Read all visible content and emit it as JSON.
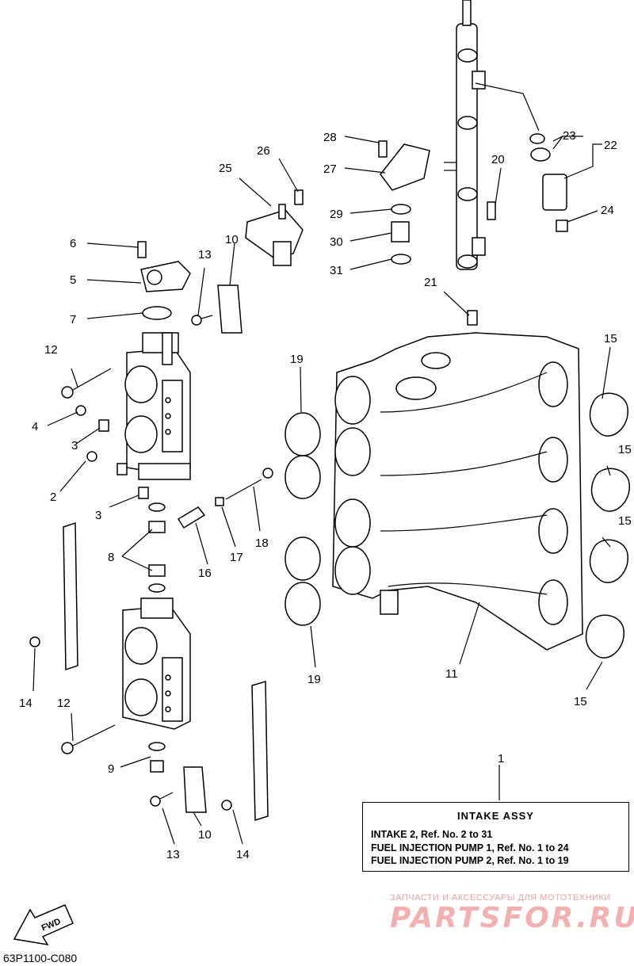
{
  "diagram_code": "63P1100-C080",
  "fwd_label": "FWD",
  "info_box": {
    "title": "INTAKE ASSY",
    "lines": [
      "INTAKE 2,   Ref. No. 2 to 31",
      "FUEL INJECTION PUMP 1, Ref. No. 1 to 24",
      "FUEL INJECTION PUMP 2, Ref. No. 1 to 19"
    ]
  },
  "watermark": {
    "subtitle": "ЗАПЧАСТИ И АКСЕССУАРЫ ДЛЯ МОТОТЕХНИКИ",
    "brand": "PARTSFOR.RU"
  },
  "callouts": [
    "1",
    "2",
    "3",
    "3",
    "4",
    "5",
    "6",
    "7",
    "8",
    "9",
    "10",
    "10",
    "11",
    "12",
    "12",
    "13",
    "13",
    "14",
    "14",
    "15",
    "15",
    "15",
    "15",
    "16",
    "17",
    "18",
    "19",
    "19",
    "20",
    "21",
    "22",
    "23",
    "24",
    "25",
    "26",
    "27",
    "28",
    "29",
    "30",
    "31"
  ]
}
